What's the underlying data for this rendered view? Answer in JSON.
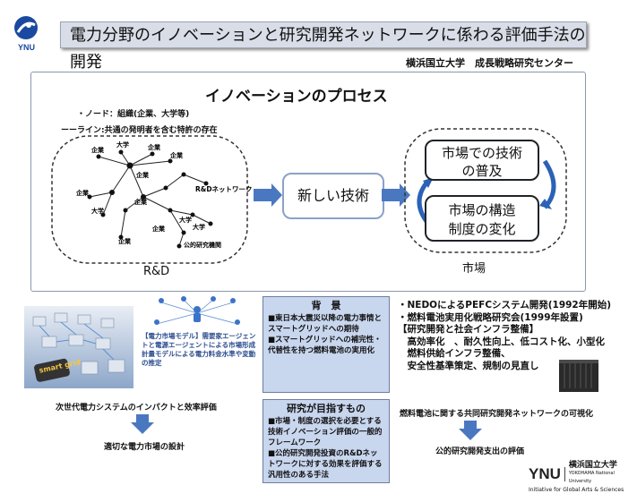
{
  "header": {
    "title": "電力分野のイノベーションと研究開発ネットワークに係わる評価手法の開発",
    "logo_text": "YNU",
    "organization": "横浜国立大学　成長戦略研究センター"
  },
  "process": {
    "title": "イノベーションのプロセス",
    "legend_node": "・ノード：組織(企業、大学等)",
    "legend_line": "ーーライン:共通の発明者を含む特許の存在",
    "network_label": "R&Dネットワーク",
    "rd_label": "R&D",
    "node_labels": [
      "企業",
      "大学",
      "企業",
      "企業",
      "企業",
      "企業",
      "大学",
      "企業",
      "大学",
      "大学",
      "企業",
      "企業",
      "公的研究機関"
    ],
    "new_tech": "新しい技術",
    "market_box1": [
      "市場での技術",
      "の普及"
    ],
    "market_box2": [
      "市場の構造",
      "制度の変化"
    ],
    "market_label": "市場"
  },
  "background": {
    "heading": "背　景",
    "items": [
      "■東日本大震災以降の電力事情とスマートグリッドへの期待",
      "■スマートグリッドへの補完性・代替性を持つ燃料電池の実用化"
    ]
  },
  "goal": {
    "heading": "研究が目指すもの",
    "items": [
      "■市場・制度の選択を必要とする技術イノベーション評価の一般的フレームワーク",
      "■公的研究開発投資のR&Dネットワークに対する効果を評価する汎用性のある手法"
    ]
  },
  "left_panel": {
    "grid_sign": "smart grid",
    "model_caption": "【電力市場モデル】需要家エージェントと電源エージェントによる市場形成計量モデルによる電力料金水準や変動の推定",
    "impact": "次世代電力システムのインパクトと效率評価",
    "design": "適切な電力市場の設計"
  },
  "right_panel": {
    "lines": [
      "・NEDOによるPEFCシステム開発(1992年開始)",
      "・燃料電池実用化戦略研究会(1999年設置)",
      "【研究開発と社会インフラ整備】",
      "　高効率化　、耐久性向上、低コスト化、小型化",
      "　燃料供給インフラ整備、",
      "　安全性基準策定、規制の見直し"
    ],
    "visualization": "燃料電池に関する共同研究開発ネットワークの可視化",
    "evaluation": "公的研究開発支出の評価"
  },
  "footer": {
    "ynu": "YNU",
    "univ": "横浜国立大学",
    "univ_en": "YOKOHAMA National University",
    "initiative": "Initiative for Global Arts & Sciences"
  },
  "colors": {
    "arrow_blue": "#4a78c0",
    "box_fill": "#c8d6ee",
    "title_fill": "#d9dde7"
  }
}
